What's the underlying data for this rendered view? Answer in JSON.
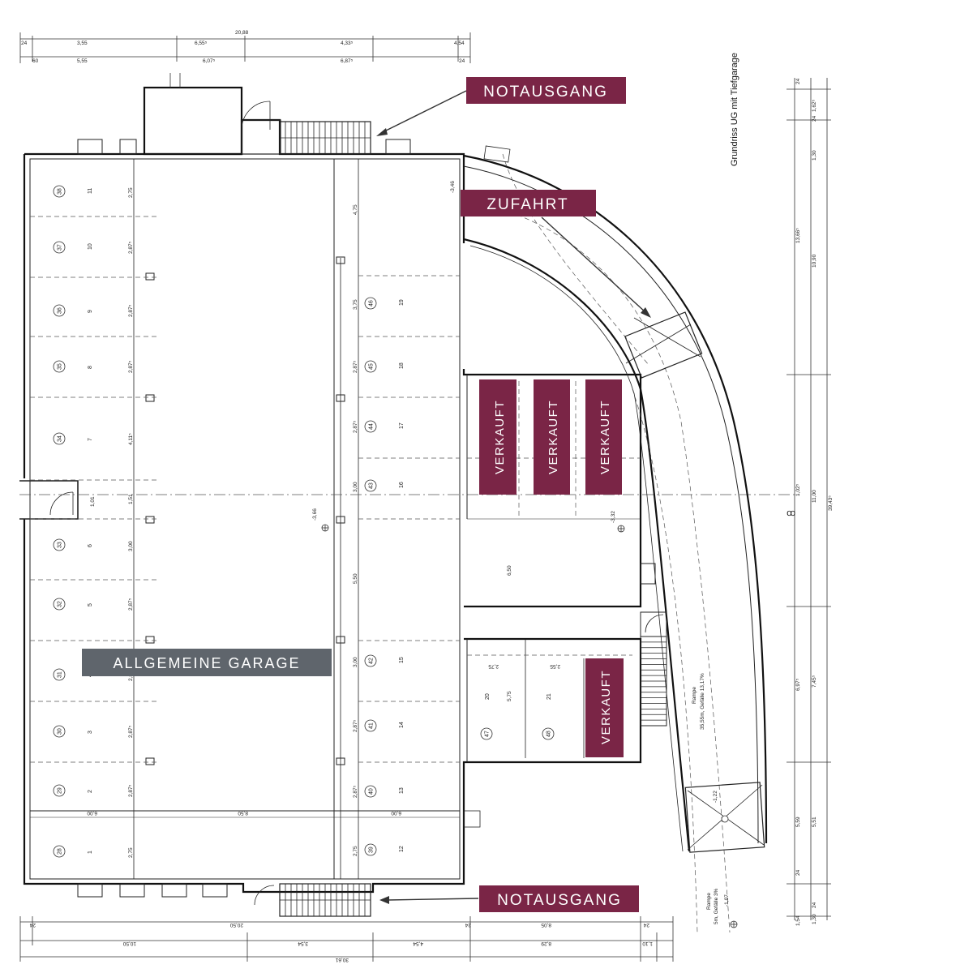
{
  "plan_title": "Grundriss UG mit Tiefgarage",
  "colors": {
    "accent": "#7a2546",
    "neutral_label": "#5f656c",
    "line": "#222222"
  },
  "labels": {
    "notausgang_top": "NOTAUSGANG",
    "zufahrt": "ZUFAHRT",
    "verkauft_1": "VERKAUFT",
    "verkauft_2": "VERKAUFT",
    "verkauft_3": "VERKAUFT",
    "verkauft_4": "VERKAUFT",
    "allgemeine_garage": "ALLGEMEINE GARAGE",
    "notausgang_bottom": "NOTAUSGANG"
  },
  "ramp_text": {
    "line1": "Rampe",
    "line2": "35,55m, Gefälle 13,17%"
  },
  "ramp_text_bottom": {
    "line1": "Rampe",
    "line2": "5m, Gefälle 3%"
  },
  "left_spaces": [
    {
      "circle": "38",
      "num": "11",
      "dim": "2,75"
    },
    {
      "circle": "37",
      "num": "10",
      "dim": "2,87⁵"
    },
    {
      "circle": "36",
      "num": "9",
      "dim": "2,87⁵"
    },
    {
      "circle": "35",
      "num": "8",
      "dim": "2,87⁵"
    },
    {
      "circle": "34",
      "num": "7",
      "dim": "4,11⁵"
    },
    {
      "circle": "33",
      "num": "6",
      "dim": "3,00"
    },
    {
      "circle": "32",
      "num": "5",
      "dim": "2,87⁵"
    },
    {
      "circle": "31",
      "num": "4",
      "dim": "2,87⁵"
    },
    {
      "circle": "30",
      "num": "3",
      "dim": "2,87⁵"
    },
    {
      "circle": "29",
      "num": "2",
      "dim": "2,87⁵"
    },
    {
      "circle": "28",
      "num": "1",
      "dim": "2,75"
    }
  ],
  "mid_spaces": [
    {
      "circle": "46",
      "num": "19",
      "dim": "3,75"
    },
    {
      "circle": "45",
      "num": "18",
      "dim": "2,87⁵"
    },
    {
      "circle": "44",
      "num": "17",
      "dim": "2,87⁵"
    },
    {
      "circle": "43",
      "num": "16",
      "dim": "3,00"
    },
    {
      "circle": "42",
      "num": "15",
      "dim": "3,00"
    },
    {
      "circle": "41",
      "num": "14",
      "dim": "2,87⁵"
    },
    {
      "circle": "40",
      "num": "13",
      "dim": "2,87⁵"
    },
    {
      "circle": "39",
      "num": "12",
      "dim": "2,75"
    }
  ],
  "right_spaces": [
    {
      "circle": "47",
      "num": "20",
      "dim": "2,75"
    },
    {
      "circle": "48",
      "num": "21",
      "dim": "2,55"
    }
  ],
  "dims": {
    "top_total": "20,88",
    "top_a": "6,55⁵",
    "top_b": "4,33⁵",
    "top_c": "3,55",
    "top_d": "5,55",
    "top_e": "6,07⁵",
    "top_f": "6,87⁵",
    "top_24a": "24",
    "top_24b": "24",
    "top_60": "60",
    "top_454": "4,54",
    "bottom_total": "20,50",
    "bottom_a": "10,50",
    "bottom_b": "3,54",
    "bottom_c": "4,54",
    "bottom_d": "8,05",
    "bottom_e": "8,29",
    "bottom_f": "1,10",
    "bottom_g": "30,61",
    "bottom_24a": "24",
    "bottom_24b": "24",
    "bottom_24c": "24",
    "lower_row_a": "6,00",
    "lower_row_b": "8,50",
    "lower_row_c": "6,00",
    "aisle_475": "4,75",
    "aisle_550": "5,50",
    "aisle_650": "6,50",
    "aisle_575": "5,75",
    "aisle_101": "1,01",
    "aisle_151": "1,51",
    "level_a": "-3,46",
    "level_b": "-3,66",
    "level_c": "-3,32",
    "level_d": "-1,22",
    "level_e": "-1,07",
    "right_24": "24",
    "right_162": "1,62⁵",
    "right_1365": "13,66⁵",
    "right_1090": "10,90",
    "right_130": "1,30",
    "right_24b": "24",
    "right_3943": "39,43⁵",
    "right_1100": "11,00",
    "right_102": "1,02⁵",
    "right_697": "6,97⁵",
    "right_745": "7,45⁵",
    "right_559": "5,59",
    "right_551": "5,51",
    "right_154": "1,54",
    "right_130b": "1,30",
    "right_24c": "24",
    "right_24d": "24"
  }
}
